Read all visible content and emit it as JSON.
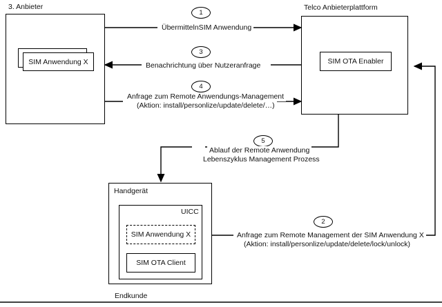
{
  "diagram": {
    "title_provider": "3. Anbieter",
    "title_telco": "Telco Anbieterplattform",
    "title_device": "Handgerät",
    "title_customer": "Endkunde",
    "uicc_label": "UICC"
  },
  "nodes": {
    "provider_app": "SIM Anwendung X",
    "telco_enabler": "SIM OTA Enabler",
    "uicc_app": "SIM Anwendung X",
    "uicc_client": "SIM OTA Client"
  },
  "flows": [
    {
      "step": "1",
      "line1": "ÜbermittelnSIM Anwendung",
      "line2": ""
    },
    {
      "step": "3",
      "line1": "Benachrichtung über Nutzeranfrage",
      "line2": ""
    },
    {
      "step": "4",
      "line1": "Anfrage zum Remote Anwendungs-Management",
      "line2": "(Aktion: install/personlize/update/delete/…)"
    },
    {
      "step": "5",
      "line1": "Ablauf der Remote Anwendung",
      "line2": "Lebenszyklus Management Prozess"
    },
    {
      "step": "2",
      "line1": "Anfrage zum Remote Management der SIM Anwendung X",
      "line2": "(Aktion: install/personlize/update/delete/lock/unlock)"
    }
  ],
  "colors": {
    "stroke": "#000000",
    "background": "#ffffff",
    "text": "#111111"
  }
}
